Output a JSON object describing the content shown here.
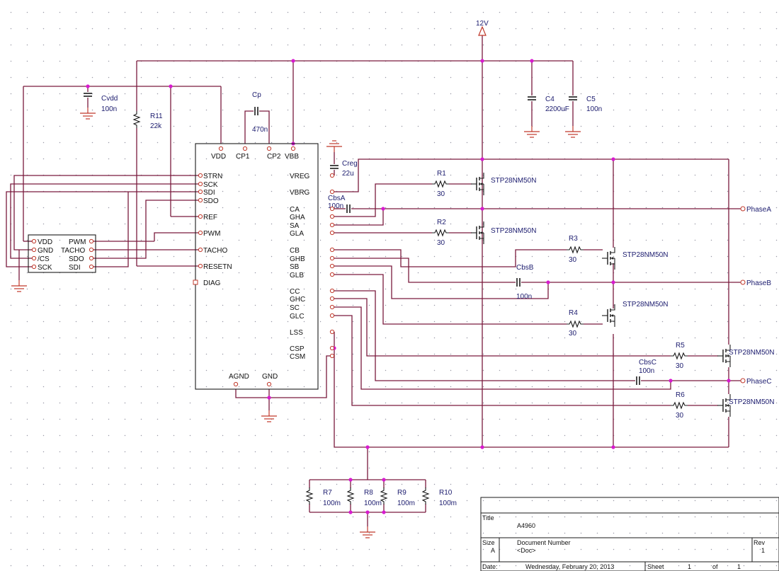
{
  "power": {
    "rail_12v": "12V"
  },
  "caps": {
    "cvdd": {
      "ref": "Cvdd",
      "val": "100n"
    },
    "cp": {
      "ref": "Cp",
      "val": "470n"
    },
    "creg": {
      "ref": "Creg",
      "val": "22u"
    },
    "c4": {
      "ref": "C4",
      "val": "2200uF"
    },
    "c5": {
      "ref": "C5",
      "val": "100n"
    },
    "cbsa": {
      "ref": "CbsA",
      "val": "100n"
    },
    "cbsb": {
      "ref": "CbsB",
      "val": "100n"
    },
    "cbsc": {
      "ref": "CbsC",
      "val": "100n"
    }
  },
  "resistors": {
    "r11": {
      "ref": "R11",
      "val": "22k"
    },
    "r1": {
      "ref": "R1",
      "val": "30"
    },
    "r2": {
      "ref": "R2",
      "val": "30"
    },
    "r3": {
      "ref": "R3",
      "val": "30"
    },
    "r4": {
      "ref": "R4",
      "val": "30"
    },
    "r5": {
      "ref": "R5",
      "val": "30"
    },
    "r6": {
      "ref": "R6",
      "val": "30"
    },
    "r7": {
      "ref": "R7",
      "val": "100m"
    },
    "r8": {
      "ref": "R8",
      "val": "100m"
    },
    "r9": {
      "ref": "R9",
      "val": "100m"
    },
    "r10": {
      "ref": "R10",
      "val": "100m"
    }
  },
  "mosfet_part": "STP28NM50N",
  "ic": {
    "top": [
      "VDD",
      "CP1",
      "CP2",
      "VBB"
    ],
    "left": [
      "STRN",
      "SCK",
      "SDI",
      "SDO",
      "REF",
      "PWM",
      "TACHO",
      "RESETN",
      "DIAG"
    ],
    "right": [
      "VREG",
      "VBRG",
      "CA",
      "GHA",
      "SA",
      "GLA",
      "CB",
      "GHB",
      "SB",
      "GLB",
      "CC",
      "GHC",
      "SC",
      "GLC",
      "LSS",
      "CSP",
      "CSM"
    ],
    "bottom": [
      "AGND",
      "GND"
    ]
  },
  "header": {
    "left": [
      "VDD",
      "GND",
      "/CS",
      "SCK"
    ],
    "right": [
      "PWM",
      "TACHO",
      "SDO",
      "SDI"
    ]
  },
  "phases": {
    "a": "PhaseA",
    "b": "PhaseB",
    "c": "PhaseC"
  },
  "title_block": {
    "title_label": "Title",
    "title_value": "A4960",
    "size_label": "Size",
    "size_value": "A",
    "docnum_label": "Document Number",
    "docnum_value": "<Doc>",
    "rev_label": "Rev",
    "rev_value": "1",
    "date_label": "Date:",
    "date_value": "Wednesday, February 20, 2013",
    "sheet_label": "Sheet",
    "sheet_value": "1",
    "of_label": "of",
    "of_value": "1"
  }
}
